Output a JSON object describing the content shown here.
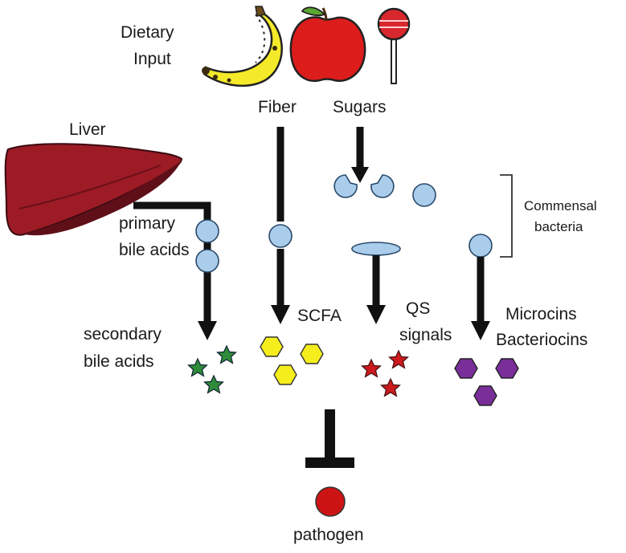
{
  "labels": {
    "dietary_input_line1": "Dietary",
    "dietary_input_line2": "Input",
    "fiber": "Fiber",
    "sugars": "Sugars",
    "liver": "Liver",
    "primary_bile_acids_line1": "primary",
    "primary_bile_acids_line2": "bile acids",
    "secondary_bile_acids_line1": "secondary",
    "secondary_bile_acids_line2": "bile acids",
    "scfa": "SCFA",
    "qs_line1": "QS",
    "qs_line2": "signals",
    "microcins": "Microcins",
    "bacteriocins": "Bacteriocins",
    "commensal_line1": "Commensal",
    "commensal_line2": "bacteria",
    "pathogen": "pathogen"
  },
  "colors": {
    "bacteria_fill": "#a9cdea",
    "bacteria_stroke": "#2a4a6a",
    "arrow": "#111111",
    "liver_dark": "#5e0f18",
    "liver_main": "#9c1b25",
    "green_star": "#2e8b3a",
    "yellow_hexagon": "#f6ee1c",
    "red_star": "#cc1a1f",
    "purple_hexagon": "#7a2e9a",
    "pathogen": "#cc1414",
    "banana": "#f4ea2a",
    "apple": "#dd1c1c",
    "lollipop": "#d9272e"
  },
  "icons": {
    "food": [
      "banana-icon",
      "apple-icon",
      "lollipop-icon"
    ],
    "organ": "liver-icon",
    "products": [
      "green-star-icon",
      "yellow-hexagon-icon",
      "red-star-icon",
      "purple-hexagon-icon"
    ]
  }
}
